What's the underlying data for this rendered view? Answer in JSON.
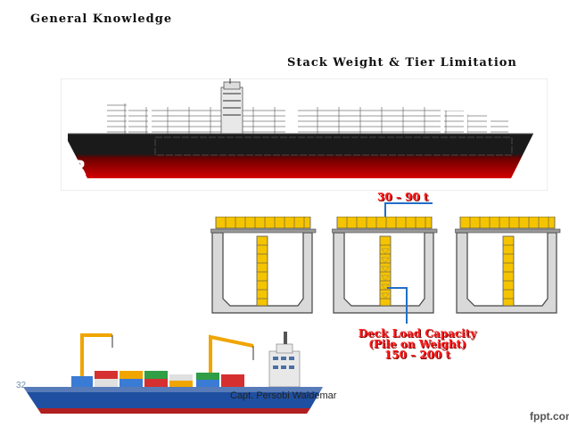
{
  "header": {
    "left_title": "General Knowledge",
    "right_title": "Stack Weight & Tier Limitation"
  },
  "labels": {
    "tier_weight": "30 – 90 t",
    "deck_load_line1": "Deck Load Capacity",
    "deck_load_line2": "(Pile on Weight)",
    "deck_load_line3": "150 – 200 t"
  },
  "footer": {
    "author": "Capt. Persobi Waldemar",
    "slide_number": "32",
    "brand": "fppt.com"
  },
  "colors": {
    "container_yellow": "#f5c400",
    "hull_red": "#c00000",
    "hull_black": "#111111",
    "label_red": "#ff1a1a",
    "pointer_blue": "#1f6fc6",
    "ship_blue": "#1f4fa0"
  }
}
